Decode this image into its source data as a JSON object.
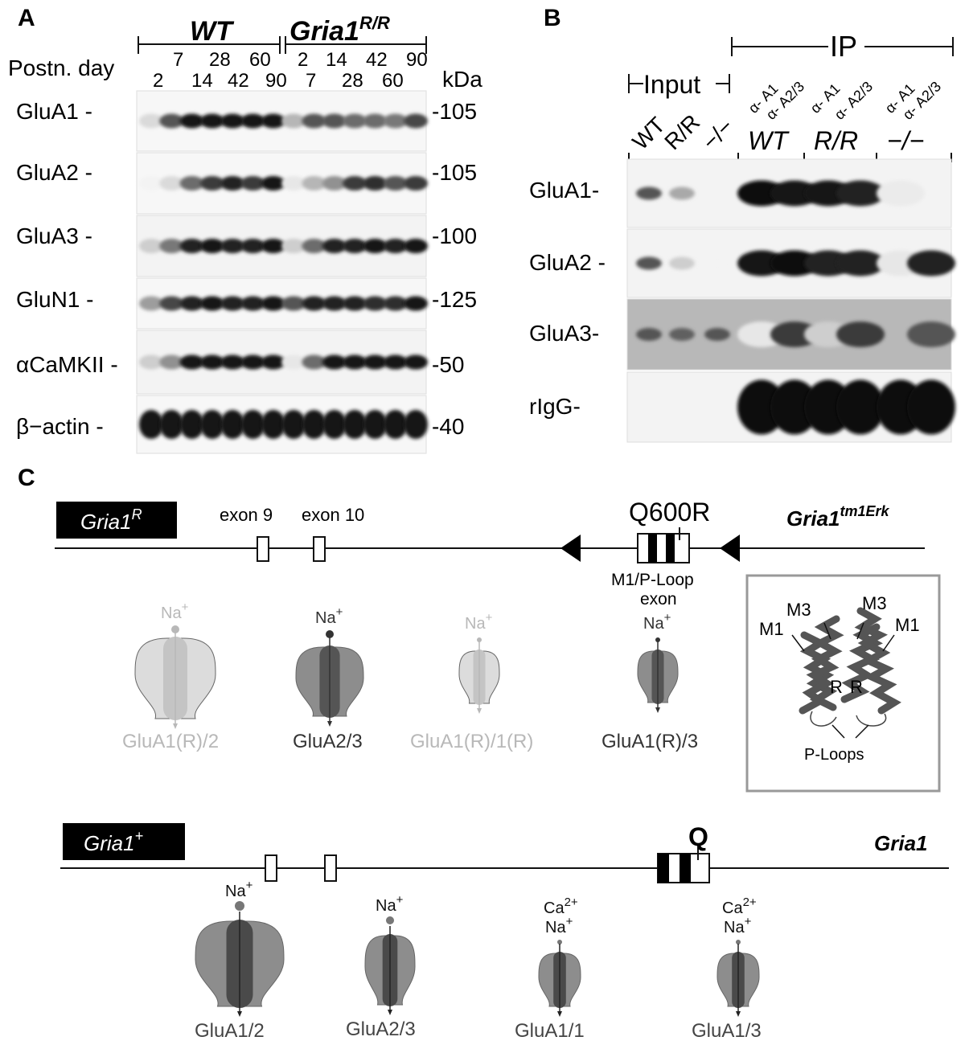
{
  "panelA": {
    "label": "A",
    "group_wt": "WT",
    "group_rr": "Gria1",
    "group_rr_sup": "R/R",
    "postnatal_label": "Postn. day",
    "days_top": [
      "7",
      "28",
      "60",
      "2",
      "14",
      "42",
      "90"
    ],
    "days_bottom": [
      "2",
      "14",
      "42",
      "90",
      "7",
      "28",
      "60"
    ],
    "kda_label": "kDa",
    "rows": [
      {
        "name": "GluA1",
        "mw": "105"
      },
      {
        "name": "GluA2",
        "mw": "105"
      },
      {
        "name": "GluA3",
        "mw": "100"
      },
      {
        "name": "GluN1",
        "mw": "125"
      },
      {
        "name": "αCaMKII",
        "mw": "50"
      },
      {
        "name": "β−actin",
        "mw": "40"
      }
    ]
  },
  "panelB": {
    "label": "B",
    "input_label": "Input",
    "ip_label": "IP",
    "input_lanes": [
      "WT",
      "R/R",
      "−/−"
    ],
    "ab_labels": [
      "α- A1",
      "α- A2/3",
      "α- A1",
      "α- A2/3",
      "α- A1",
      "α- A2/3"
    ],
    "genotypes": [
      "WT",
      "R/R",
      "−/−"
    ],
    "rows": [
      "GluA1-",
      "GluA2 -",
      "GluA3-",
      "rIgG-"
    ]
  },
  "panelC": {
    "label": "C",
    "mut_gene_box": "Gria1",
    "mut_gene_sup": "R",
    "exon9": "exon 9",
    "exon10": "exon 10",
    "mutation": "Q600R",
    "allele": "Gria1",
    "allele_sup": "tm1Erk",
    "exon_caption1": "M1/P-Loop",
    "exon_caption2": "exon",
    "mut_receptors": [
      {
        "ion": "Na+",
        "name": "GluA1(R)/2"
      },
      {
        "ion": "Na+",
        "name": "GluA2/3"
      },
      {
        "ion": "Na+",
        "name": "GluA1(R)/1(R)"
      },
      {
        "ion": "Na+",
        "name": "GluA1(R)/3"
      }
    ],
    "inset": {
      "m1a": "M1",
      "m3a": "M3",
      "m3b": "M3",
      "m1b": "M1",
      "r1": "R",
      "r2": "R",
      "ploops": "P-Loops"
    },
    "wt_gene_box": "Gria1",
    "wt_gene_sup": "+",
    "wt_q": "Q",
    "wt_allele": "Gria1",
    "wt_receptors": [
      {
        "ion1": "",
        "ion2": "Na+",
        "name": "GluA1/2"
      },
      {
        "ion1": "",
        "ion2": "Na+",
        "name": "GluA2/3"
      },
      {
        "ion1": "Ca2+",
        "ion2": "Na+",
        "name": "GluA1/1"
      },
      {
        "ion1": "Ca2+",
        "ion2": "Na+",
        "name": "GluA1/3"
      }
    ],
    "colors": {
      "faded": "#c8c8c8",
      "dark": "#555555",
      "mid": "#8a8a8a"
    }
  }
}
